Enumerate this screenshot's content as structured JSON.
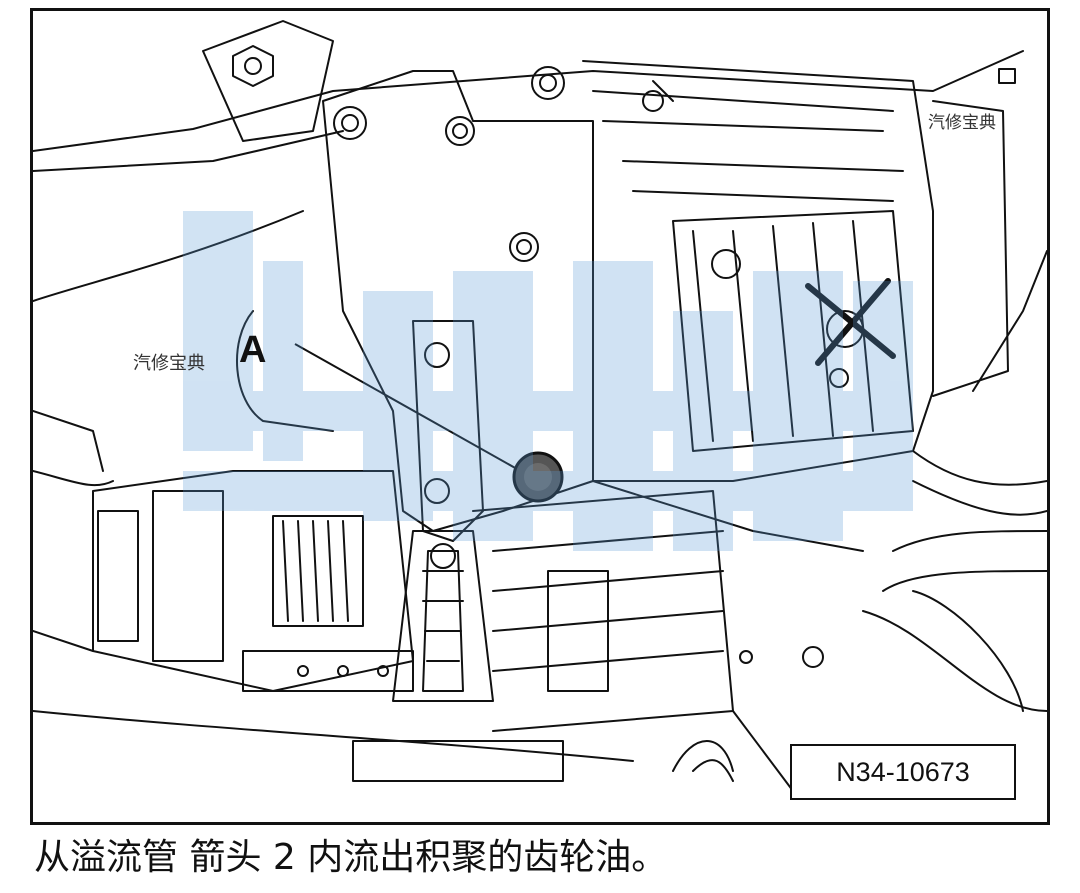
{
  "figure": {
    "callout_label": "A",
    "figure_id": "N34-10673",
    "watermark_text": "汽修宝典",
    "watermark_color": "#5b9bd5"
  },
  "caption": "从溢流管 箭头 2 内流出积聚的齿轮油。"
}
